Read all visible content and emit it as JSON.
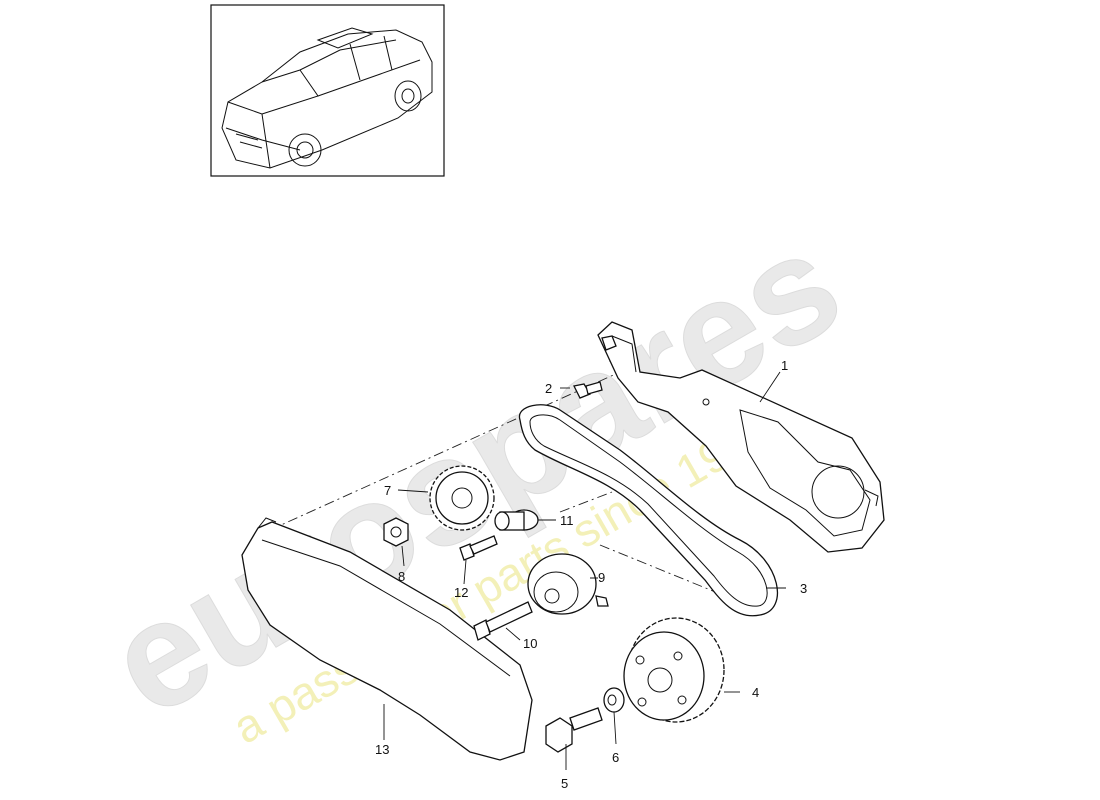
{
  "watermark": {
    "brand": "eurospares",
    "tagline": "a passion for parts since 1985"
  },
  "callouts": {
    "c1": "1",
    "c2": "2",
    "c3": "3",
    "c4": "4",
    "c5": "5",
    "c6": "6",
    "c7": "7",
    "c8": "8",
    "c9": "9",
    "c10": "10",
    "c11": "11",
    "c12": "12",
    "c13": "13"
  }
}
